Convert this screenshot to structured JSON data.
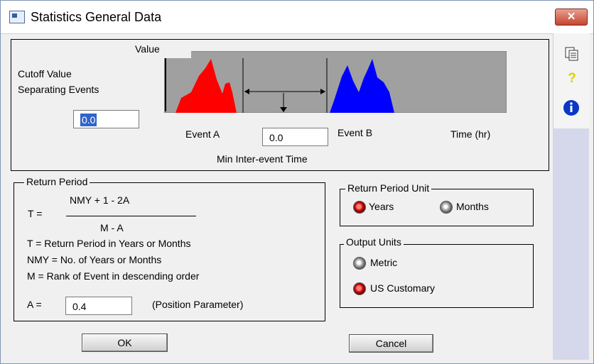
{
  "window": {
    "title": "Statistics General Data",
    "close_icon": "close-icon"
  },
  "event_section": {
    "value_label": "Value",
    "cutoff_label_line1": "Cutoff Value",
    "cutoff_label_line2": "Separating Events",
    "cutoff_value": "0.0",
    "event_a_label": "Event A",
    "event_b_label": "Event B",
    "time_label": "Time (hr)",
    "min_interevent_value": "0.0",
    "min_interevent_label": "Min Inter-event Time"
  },
  "return_period": {
    "legend": "Return Period",
    "t_label": "T =",
    "numerator": "NMY + 1 - 2A",
    "denominator": "M - A",
    "def_t": "T = Return Period in Years or Months",
    "def_nmy": "NMY = No. of Years or Months",
    "def_m": "M = Rank of Event in descending order",
    "a_label": "A =",
    "a_value": "0.4",
    "a_note": "(Position Parameter)"
  },
  "return_period_unit": {
    "legend": "Return Period Unit",
    "options": [
      "Years",
      "Months"
    ],
    "selected": "Years"
  },
  "output_units": {
    "legend": "Output Units",
    "options": [
      "Metric",
      "US Customary"
    ],
    "selected": "US Customary"
  },
  "buttons": {
    "ok": "OK",
    "cancel": "Cancel"
  },
  "side_toolbar": {
    "icons": [
      "copy-icon",
      "help-icon",
      "info-icon"
    ]
  },
  "colors": {
    "event_a": "#ff0000",
    "event_b": "#0000ff",
    "chart_bg": "#a0a0a0",
    "selection": "#2f64c8"
  }
}
